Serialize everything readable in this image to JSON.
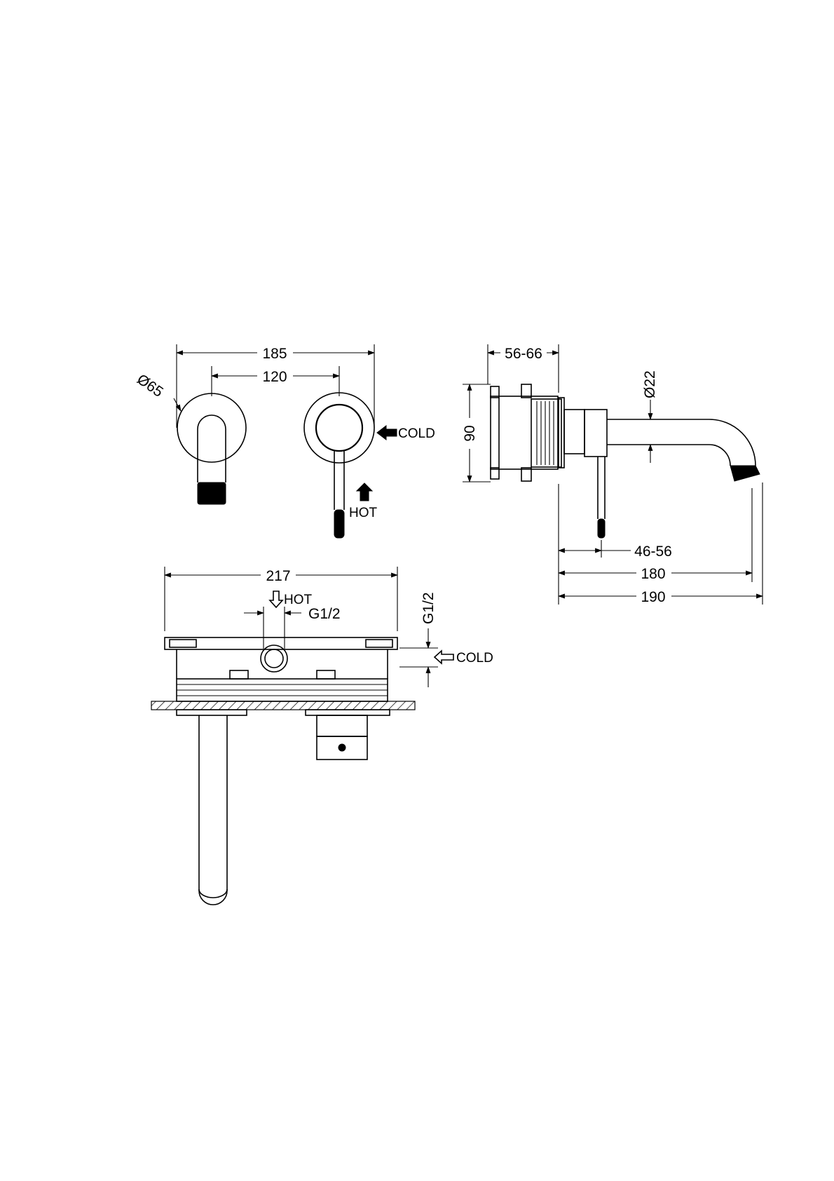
{
  "front_view": {
    "dim_overall_width": "185",
    "dim_centres": "120",
    "dim_plate_diameter": "Ø65",
    "label_cold": "COLD",
    "label_hot": "HOT"
  },
  "side_view": {
    "dim_wall_depth": "56-66",
    "dim_height": "90",
    "dim_spout_diameter": "Ø22",
    "dim_handle_offset": "46-56",
    "dim_spout_reach": "180",
    "dim_overall_projection": "190"
  },
  "top_view": {
    "dim_body_width": "217",
    "label_hot": "HOT",
    "thread_hot": "G1/2",
    "thread_cold": "G1/2",
    "label_cold": "COLD"
  }
}
